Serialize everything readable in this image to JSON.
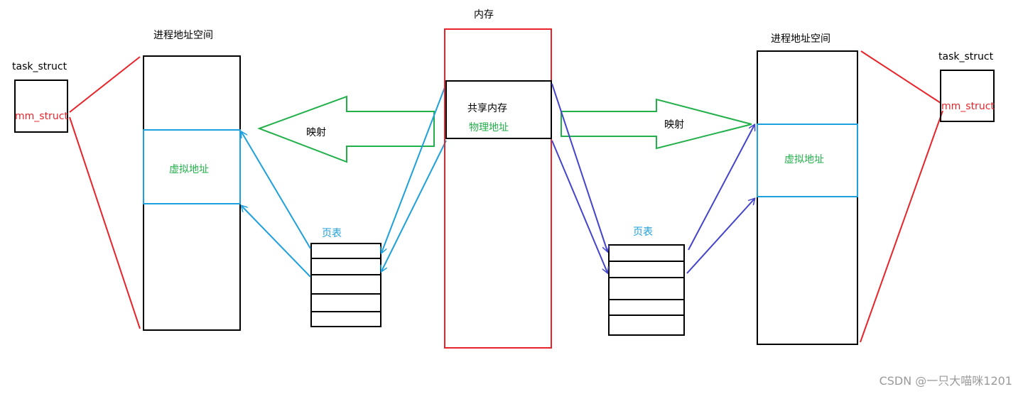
{
  "left": {
    "task_struct_label": "task_struct",
    "mm_struct_label": "mm_struct",
    "address_space_title": "进程地址空间",
    "virtual_address_label": "虚拟地址",
    "page_table_label": "页表",
    "mapping_label": "映射"
  },
  "memory": {
    "title": "内存",
    "shared_memory_label": "共享内存",
    "physical_address_label": "物理地址"
  },
  "right": {
    "task_struct_label": "task_struct",
    "mm_struct_label": "mm_struct",
    "address_space_title": "进程地址空间",
    "virtual_address_label": "虚拟地址",
    "page_table_label": "页表",
    "mapping_label": "映射"
  },
  "watermark": "CSDN @一只大喵咪1201",
  "colors": {
    "black": "#000000",
    "red": "#e8242a",
    "green": "#22b04a",
    "cyan": "#1ea0dc",
    "indigo": "#4444cc"
  }
}
